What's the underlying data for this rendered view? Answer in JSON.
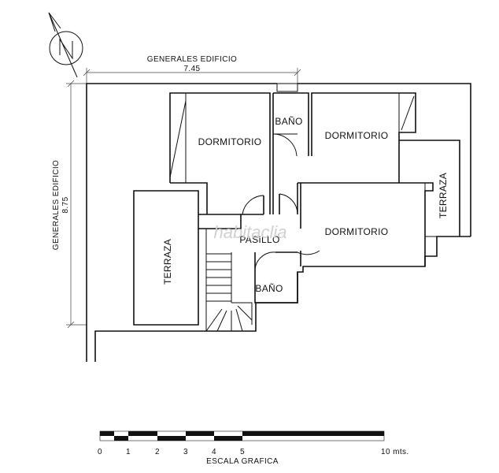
{
  "labels": {
    "top_title": "GENERALES EDIFICIO",
    "top_value": "7.45",
    "side_title": "GENERALES EDIFICIO",
    "side_value": "8.75"
  },
  "rooms": {
    "dormitorio_1": "DORMITORIO",
    "bano_1": "BAÑO",
    "dormitorio_2": "DORMITORIO",
    "terraza_right": "TERRAZA",
    "pasillo": "PASILLO",
    "dormitorio_3": "DORMITORIO",
    "terraza_left": "TERRAZA",
    "bano_2": "BAÑO"
  },
  "scale": {
    "ticks": [
      "0",
      "1",
      "2",
      "3",
      "4",
      "5",
      "10 mts."
    ],
    "caption": "ESCALA GRAFICA"
  },
  "watermark": "habitaclia",
  "colors": {
    "line": "#111111",
    "watermark": "#d0d0d0"
  }
}
